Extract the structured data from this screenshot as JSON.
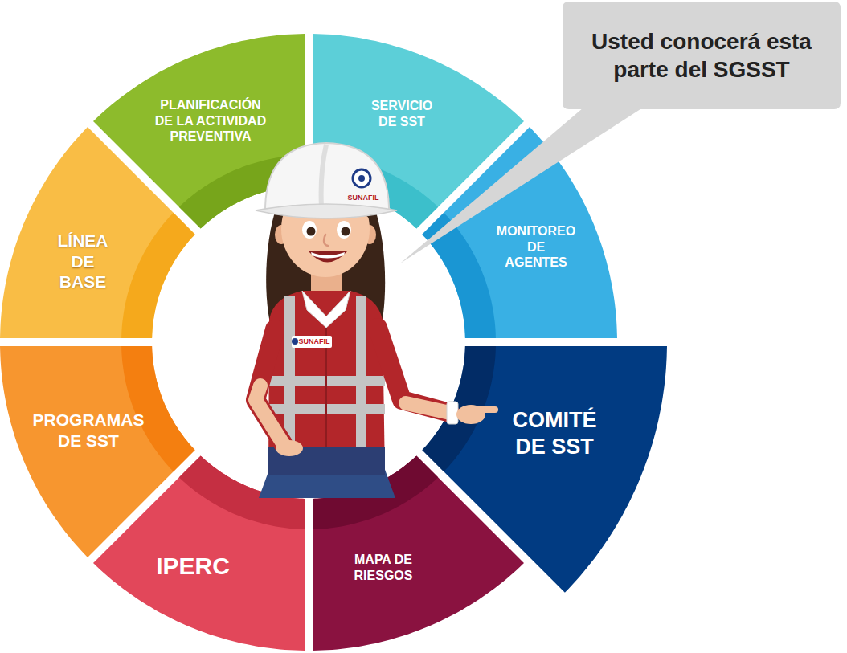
{
  "diagram": {
    "nodes": [
      {
        "text": [
          "PLANIFICACIÓN DE LA ACTIVIDAD PREVENTIVA"
        ]
      },
      {
        "text": [
          "SERVICIO DE SST"
        ]
      },
      {
        "text": [
          "MONITOREO DE AGENTES"
        ]
      },
      {
        "text": [
          "COMITÉ DE SST"
        ]
      },
      {
        "text": [
          "MAPA DE RIESGOS"
        ]
      },
      {
        "text": [
          "IPERC"
        ]
      },
      {
        "text": [
          "PROGRAMAS DE SST"
        ]
      },
      {
        "text": [
          "LÍNEA DE BASE"
        ]
      },
      {
        "text": [
          "Usted conocerá esta parte del SGSST"
        ]
      }
    ],
    "labels": [
      "SUNAFIL",
      "SUNAFIL"
    ]
  }
}
